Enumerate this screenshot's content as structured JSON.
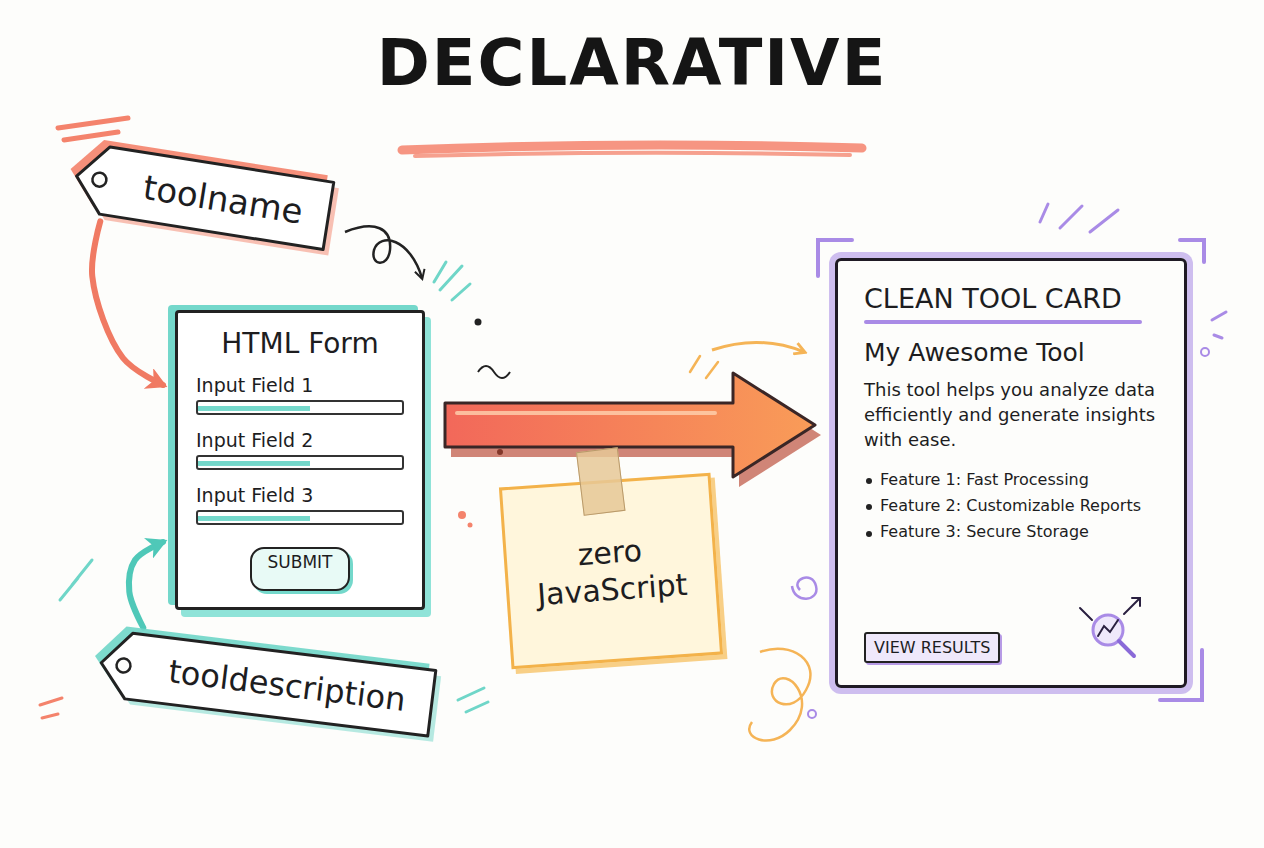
{
  "diagram": {
    "title": "DECLARATIVE",
    "nodes": [
      {
        "text": [
          "toolname"
        ]
      },
      {
        "text": [
          "HTML Form",
          "Input Field 1",
          "Input Field 2",
          "Input Field 3"
        ]
      },
      {
        "text": [
          "SUBMIT"
        ],
        "in": 1
      },
      {
        "text": [
          "tooldescription"
        ]
      },
      {
        "text": [
          "CLEAN TOOL CARD",
          "My Awesome Tool",
          "This tool helps you analyze data efficiently and generate insights with ease.",
          "Feature 1: Fast Processing",
          "Feature 2: Customizable Reports",
          "Feature 3: Secure Storage"
        ]
      },
      {
        "text": [
          "VIEW RESULTS"
        ],
        "in": 4
      }
    ],
    "edges": [
      {
        "from": 0,
        "to": 1,
        "arrow": "to"
      },
      {
        "from": 3,
        "to": 1,
        "arrow": "to"
      },
      {
        "from": 1,
        "to": 4,
        "label": "zero JavaScript",
        "arrow": "to"
      }
    ]
  }
}
